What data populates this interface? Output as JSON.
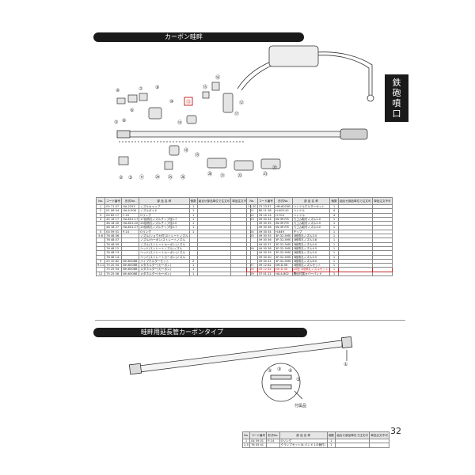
{
  "section1": {
    "title": "カーボン畦畔"
  },
  "section2": {
    "title": "畦畔用延長管カーボンタイプ"
  },
  "side_tab": {
    "label": "鉄砲噴口"
  },
  "page_number": "32",
  "diagram1": {
    "callouts": [
      "②",
      "③",
      "④",
      "⑤",
      "⑥",
      "⑦",
      "⑧",
      "⑨",
      "⑩",
      "⑪",
      "⑫",
      "⑬",
      "⑭",
      "⑮",
      "⑯",
      "⑰",
      "⑱",
      "⑲",
      "⑳",
      "㉑",
      "㉒",
      "㉓",
      "㉔",
      "㉕",
      "㉖",
      "㉗"
    ]
  },
  "diagram2": {
    "callouts": [
      "①",
      "②",
      "③",
      "④",
      "⑤"
    ],
    "attached_label": "付属品"
  },
  "headers": [
    "No.",
    "コード番号",
    "形式No.",
    "部 品 名 称",
    "個数",
    "組合せ部品単位で注文可",
    "単品注文不可"
  ],
  "table_left": [
    [
      "1",
      "05 71 07",
      "HA-2253",
      "ノズルキャップ",
      "1",
      "",
      ""
    ],
    [
      "2",
      "01 06 04",
      "HA-4-506",
      "ノズルガイド",
      "1",
      "",
      ""
    ],
    [
      "3",
      "04 65 17",
      "F-10",
      "Oリング",
      "1",
      "",
      ""
    ],
    [
      "4",
      "45 18 17",
      "HA-601-17",
      "17径噴孔ノズルチップ径1.7",
      "1",
      "",
      ""
    ],
    [
      "",
      "46 18 20",
      "HA-601-20",
      "20径噴孔ノズルチップ径2.0",
      "1",
      "",
      ""
    ],
    [
      "",
      "46 18 27",
      "HA-601-27",
      "20径噴孔ノズルチップ径2.7",
      "1",
      "",
      ""
    ],
    [
      "5",
      "04 59 01",
      "P-14",
      "Oリング",
      "1",
      "",
      ""
    ],
    [
      "5-6",
      "76 48 06",
      "",
      "ノズル(ショウカ付)ストレートノズル",
      "",
      "",
      ""
    ],
    [
      "",
      "76 48 07",
      "",
      "ノズル(カーボン)ストレートノズル",
      "",
      "",
      ""
    ],
    [
      "",
      "76 48 09",
      "",
      "ノズル(ストレートカーボン)ノズル",
      "",
      "",
      ""
    ],
    [
      "",
      "76 48 12",
      "",
      "ヘッド(ストレートノズル)ノズル",
      "",
      "",
      ""
    ],
    [
      "",
      "76 48 13",
      "",
      "ヘッド(ストレートカーボン)ノズル",
      "",
      "",
      ""
    ],
    [
      "",
      "76 48 14",
      "",
      "ヘッド(ストレートカーボン)ノズル",
      "",
      "",
      ""
    ],
    [
      "9",
      "25 10 82",
      "NH-6008B",
      "パイプホルダーセット",
      "2",
      "",
      ""
    ],
    [
      "9-11",
      "75 20 04",
      "NH-6008B",
      "メタホルダー(カーボン)",
      "1",
      "",
      ""
    ],
    [
      "",
      "75 25 04",
      "NH-6008B",
      "メタホルダー(カーボン)",
      "1",
      "",
      ""
    ],
    [
      "12",
      "75 25 06",
      "NH-6008B",
      "メタホルダー(カーボン)",
      "1",
      "",
      ""
    ]
  ],
  "table_right": [
    [
      "13-20",
      "75 23 87",
      "HM-6025B",
      "ハンドルホルダーセット",
      "1",
      "",
      ""
    ],
    [
      "21",
      "80 11 08",
      "H-405-42",
      "ハンドル",
      "4",
      "",
      ""
    ],
    [
      "22",
      "76 10 14",
      "H-704",
      "ハンドル",
      "4",
      "",
      ""
    ],
    [
      "23",
      "49 30 34",
      "IW-3P-FM",
      "穴ゴム取付ノズル2.0",
      "1",
      "",
      ""
    ],
    [
      "",
      "49 30 35",
      "IW-3P-FM",
      "穴ゴム取付ノズル2.5",
      "1",
      "",
      ""
    ],
    [
      "",
      "49 30 36",
      "IW-3P-FM",
      "穴ゴム取付ノズル3.0",
      "1",
      "",
      ""
    ],
    [
      "24",
      "49 30 34",
      "H-649",
      "チップ",
      "1",
      "",
      ""
    ],
    [
      "25",
      "49 30 35",
      "3P-32-5MS",
      "3段噴孔ノズル3.5",
      "1",
      "",
      ""
    ],
    [
      "",
      "49 30 36",
      "3P-32-5MS",
      "3段噴孔ノズル3.8",
      "1",
      "",
      ""
    ],
    [
      "",
      "49 30 37",
      "3P-32-5MS",
      "3段噴孔ノズル4.0",
      "1",
      "",
      ""
    ],
    [
      "26",
      "49 30 38",
      "3P-32-5MS",
      "3段噴孔ノズル4.5",
      "1",
      "",
      ""
    ],
    [
      "",
      "49 30 39",
      "3P-32-5MS",
      "3段噴孔ノズル5.0",
      "1",
      "",
      ""
    ],
    [
      "",
      "49 30 40",
      "3P-32-5MS",
      "3段噴孔ノズル5.5",
      "1",
      "",
      ""
    ],
    [
      "",
      "49 30 41",
      "3P-32-5MS",
      "3段噴孔ノズル6.0",
      "1",
      "",
      ""
    ],
    [
      "27",
      "49 12 82",
      "NH-D-56",
      "3段噴孔ノズルセット",
      "1",
      "",
      ""
    ],
    [
      "28",
      "49 12 84",
      "NH-D-56",
      "20型 3段噴孔ノズルセット",
      "1",
      "",
      ""
    ],
    [
      "29",
      "37 01 22",
      "HA-4-802",
      "異径付属カバーバンド",
      "1",
      "",
      ""
    ]
  ],
  "table_right_highlight_row": 15,
  "table_bottom": [
    [
      "1",
      "04 59 01",
      "P-14",
      "Oリング",
      "1",
      "",
      ""
    ],
    [
      "2-5",
      "76 05 41",
      "",
      "クランプセット(K.バンド 1/3個付)",
      "1",
      "",
      ""
    ]
  ]
}
